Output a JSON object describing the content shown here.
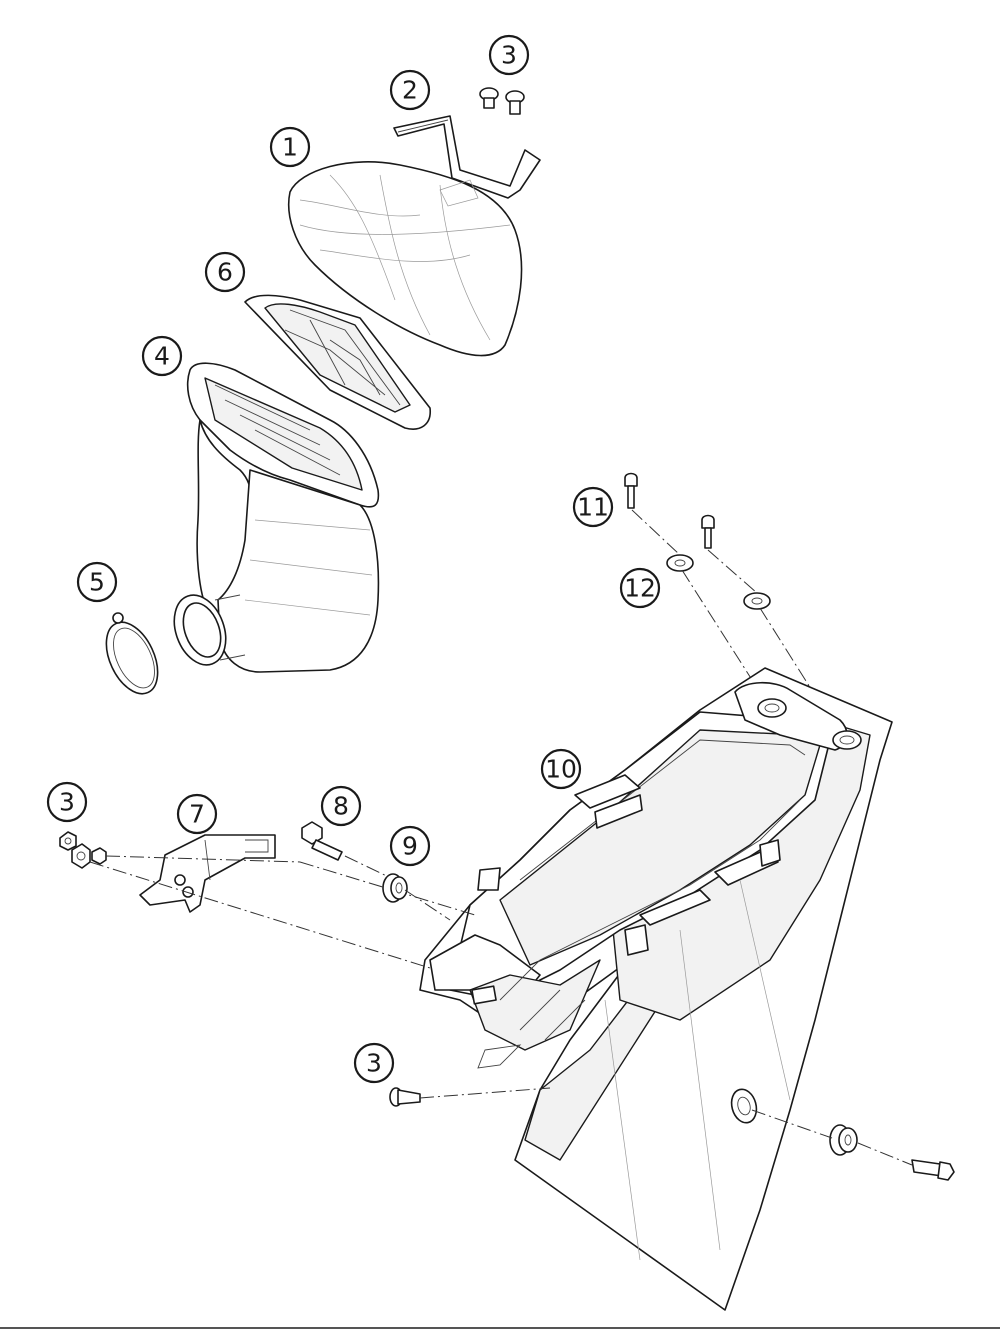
{
  "diagram": {
    "callouts": [
      {
        "id": "c1",
        "label": "1"
      },
      {
        "id": "c2",
        "label": "2"
      },
      {
        "id": "c3a",
        "label": "3"
      },
      {
        "id": "c6",
        "label": "6"
      },
      {
        "id": "c4",
        "label": "4"
      },
      {
        "id": "c5",
        "label": "5"
      },
      {
        "id": "c11",
        "label": "11"
      },
      {
        "id": "c12",
        "label": "12"
      },
      {
        "id": "c10",
        "label": "10"
      },
      {
        "id": "c3b",
        "label": "3"
      },
      {
        "id": "c7",
        "label": "7"
      },
      {
        "id": "c8",
        "label": "8"
      },
      {
        "id": "c9",
        "label": "9"
      },
      {
        "id": "c3c",
        "label": "3"
      }
    ]
  }
}
